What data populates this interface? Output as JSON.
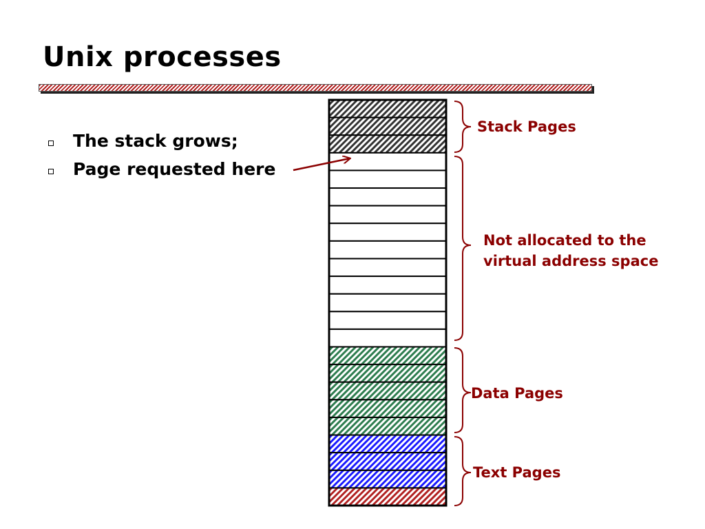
{
  "slide": {
    "title": "Unix processes",
    "bullets": [
      "The stack grows;",
      "Page requested here"
    ]
  },
  "labels": {
    "stack": "Stack Pages",
    "not_allocated_line1": "Not allocated to the",
    "not_allocated_line2": "virtual address space",
    "data": "Data Pages",
    "text": "Text Pages"
  },
  "memory_pages": [
    {
      "region": "stack"
    },
    {
      "region": "stack"
    },
    {
      "region": "stack"
    },
    {
      "region": "unallocated"
    },
    {
      "region": "unallocated"
    },
    {
      "region": "unallocated"
    },
    {
      "region": "unallocated"
    },
    {
      "region": "unallocated"
    },
    {
      "region": "unallocated"
    },
    {
      "region": "unallocated"
    },
    {
      "region": "unallocated"
    },
    {
      "region": "unallocated"
    },
    {
      "region": "unallocated"
    },
    {
      "region": "unallocated"
    },
    {
      "region": "data"
    },
    {
      "region": "data"
    },
    {
      "region": "data"
    },
    {
      "region": "data"
    },
    {
      "region": "data"
    },
    {
      "region": "text"
    },
    {
      "region": "text"
    },
    {
      "region": "text"
    },
    {
      "region": "text-end"
    }
  ],
  "colors": {
    "stack": "#333333",
    "data": "#2e7d4f",
    "text": "#1a1aff",
    "text-end": "#b22222",
    "label": "#8b0000",
    "arrow": "#8b0000",
    "title_rule": "#b22222"
  }
}
